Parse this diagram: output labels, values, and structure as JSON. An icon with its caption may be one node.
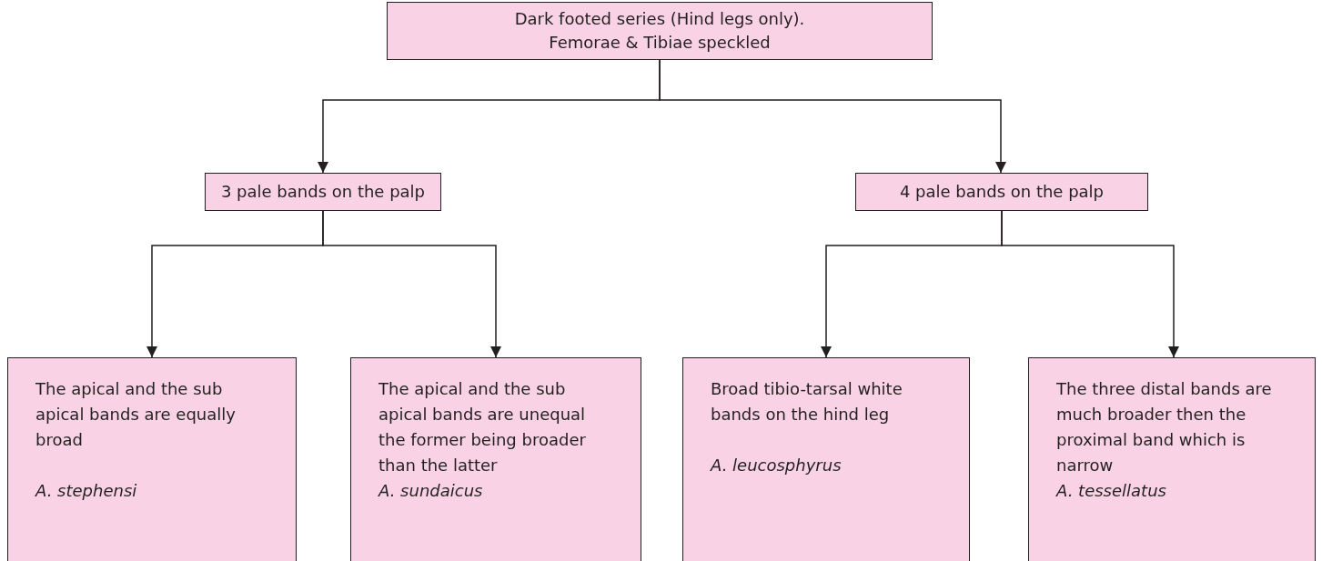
{
  "diagram": {
    "nodes": [
      {
        "text": [
          "Dark footed series (Hind legs only).",
          "Femorae & Tibiae speckled"
        ]
      },
      {
        "text": [
          "3 pale bands on the palp"
        ]
      },
      {
        "text": [
          "4 pale bands on the palp"
        ]
      },
      {
        "text": [
          "The apical and the sub apical bands are equally broad",
          "A. stephensi"
        ]
      },
      {
        "text": [
          "The apical and the sub apical bands are unequal the former being broader than the latter",
          "A. sundaicus"
        ]
      },
      {
        "text": [
          "Broad tibio-tarsal white bands on the hind leg",
          "A. leucosphyrus"
        ]
      },
      {
        "text": [
          "The three distal bands are much broader then the proximal band which is narrow",
          "A. tessellatus"
        ]
      }
    ],
    "edges": [
      {
        "from": 0,
        "to": 1,
        "arrow": "to"
      },
      {
        "from": 0,
        "to": 2,
        "arrow": "to"
      },
      {
        "from": 1,
        "to": 3,
        "arrow": "to"
      },
      {
        "from": 1,
        "to": 4,
        "arrow": "to"
      },
      {
        "from": 2,
        "to": 5,
        "arrow": "to"
      },
      {
        "from": 2,
        "to": 6,
        "arrow": "to"
      }
    ]
  }
}
